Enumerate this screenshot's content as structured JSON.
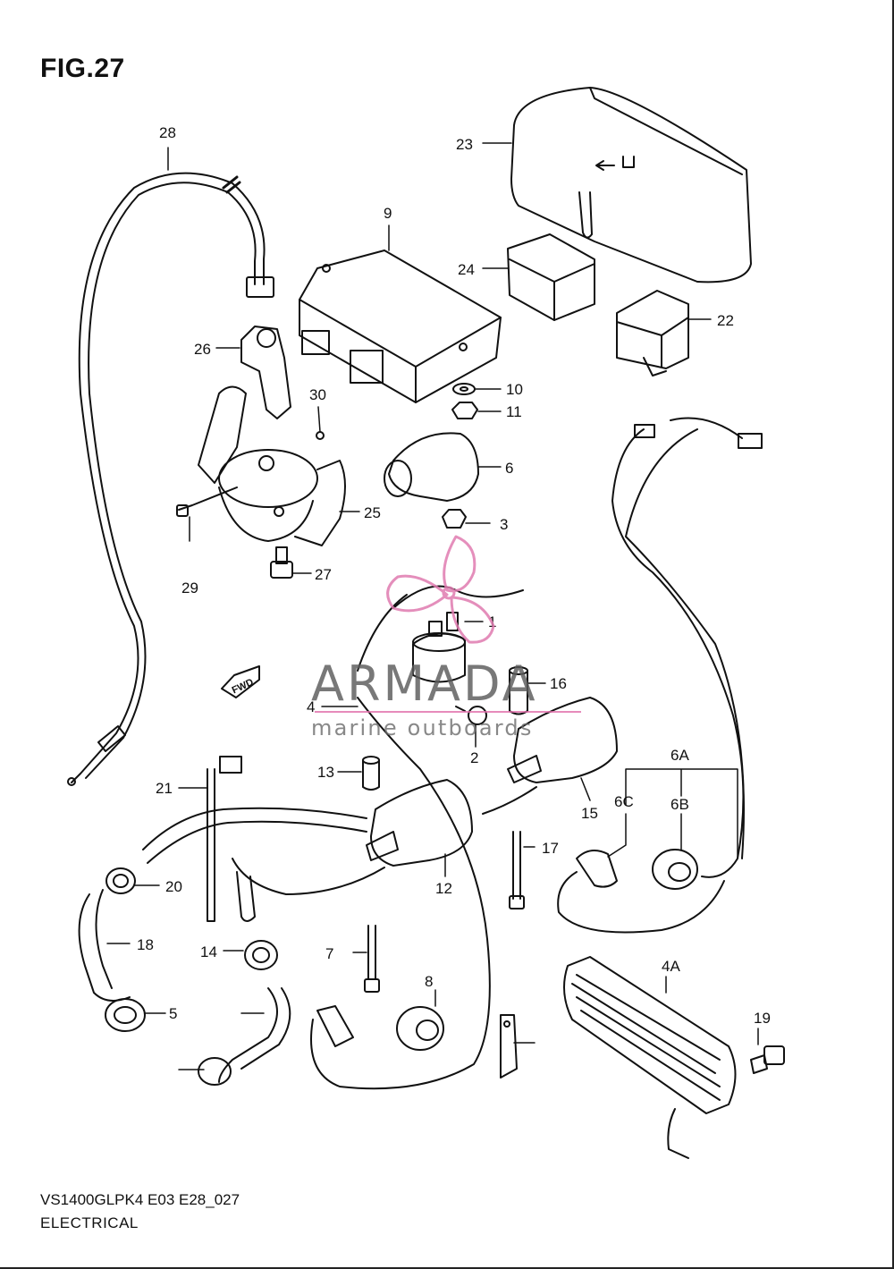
{
  "figure": {
    "title": "FIG.27",
    "model_code": "VS1400GLPK4 E03 E28_027",
    "section": "ELECTRICAL"
  },
  "watermark": {
    "brand": "ARMADA",
    "tagline": "marine outboards",
    "logo_color": "#e07bb0"
  },
  "direction_marker": "FWD",
  "callouts": [
    "28",
    "23",
    "9",
    "24",
    "26",
    "30",
    "22",
    "10",
    "11",
    "6",
    "25",
    "3",
    "27",
    "29",
    "1",
    "16",
    "4",
    "2",
    "6A",
    "13",
    "6C",
    "6B",
    "21",
    "15",
    "12",
    "17",
    "20",
    "18",
    "14",
    "7",
    "4A",
    "8",
    "19",
    "5"
  ],
  "colors": {
    "line": "#111111",
    "background": "#ffffff"
  }
}
